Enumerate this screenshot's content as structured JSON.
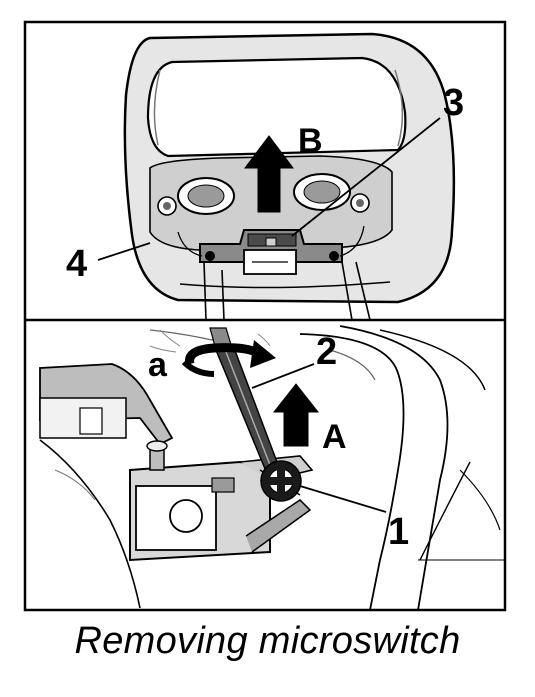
{
  "figure": {
    "caption": "Removing microswitch",
    "callouts": {
      "part_1": "1",
      "part_2": "2",
      "part_3": "3",
      "part_4": "4",
      "direction_A": "A",
      "direction_B": "B",
      "rotation_a": "a"
    }
  }
}
